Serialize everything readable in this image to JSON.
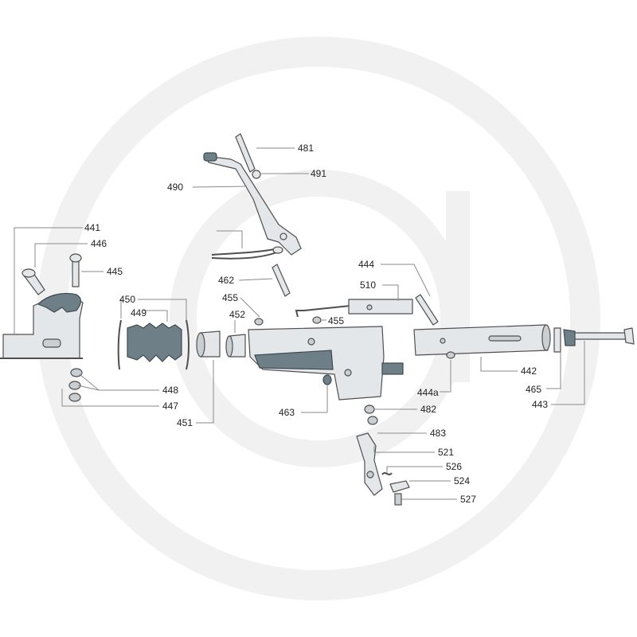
{
  "palette": {
    "background": "#ffffff",
    "watermark": "#f1f1f1",
    "part_fill": "#e4e7ea",
    "part_dark": "#6f7f88",
    "outline": "#4f4f4f",
    "leader": "#8a8a8a",
    "label": "#1f1f1f"
  },
  "watermark": {
    "icon": "logo-ring-watermark"
  },
  "labels": {
    "p441": "441",
    "p442": "442",
    "p443": "443",
    "p444": "444",
    "p444a": "444a",
    "p445": "445",
    "p446": "446",
    "p447": "447",
    "p448": "448",
    "p449": "449",
    "p450": "450",
    "p451": "451",
    "p452": "452",
    "p455a": "455",
    "p455b": "455",
    "p462": "462",
    "p463": "463",
    "p465": "465",
    "p481": "481",
    "p482": "482",
    "p483": "483",
    "p490": "490",
    "p491": "491",
    "p510": "510",
    "p521": "521",
    "p524": "524",
    "p526": "526",
    "p527": "527"
  }
}
